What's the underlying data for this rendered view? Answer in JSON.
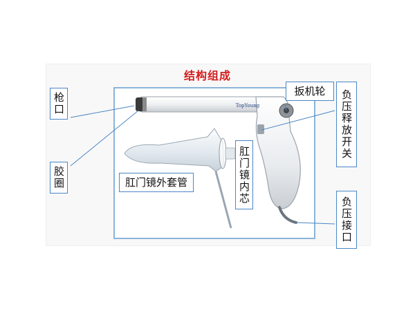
{
  "title": "结构组成",
  "brand": "TopYoung",
  "labels": {
    "gun_mouth": "枪口",
    "rubber_ring": "胶圈",
    "trigger_wheel": "扳机轮",
    "pressure_release": "负压释放开关",
    "anoscope_outer": "肛门镜外套管",
    "anoscope_inner": "肛门镜内芯",
    "pressure_port": "负压接口"
  },
  "colors": {
    "title": "#d41c1c",
    "label_border": "#4a86c5",
    "leader_line": "#4a86c5",
    "photo_frame": "#8ab4d8"
  }
}
